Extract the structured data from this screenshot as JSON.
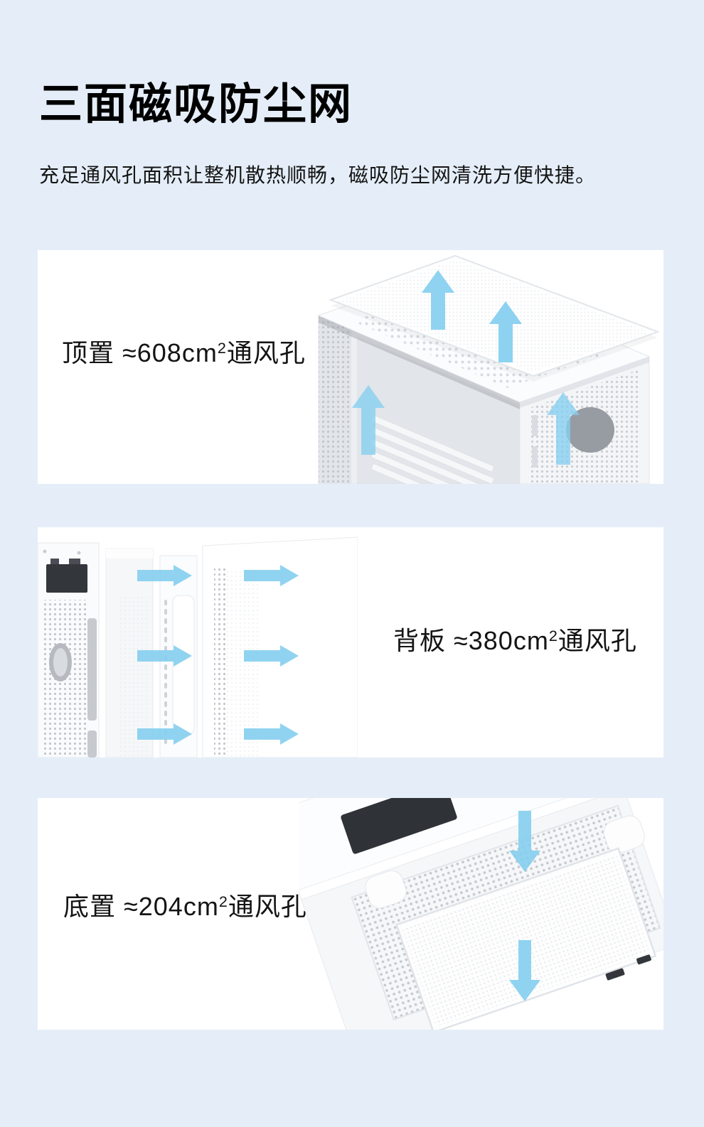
{
  "page": {
    "background_color": "#E5EEF8",
    "card_color": "#FFFFFF",
    "arrow_color": "#85CFF0",
    "title_color": "#000000",
    "text_color": "#141414"
  },
  "header": {
    "title": "三面磁吸防尘网",
    "subtitle": "充足通风孔面积让整机散热顺畅，磁吸防尘网清洗方便快捷。"
  },
  "sections": [
    {
      "id": "top-vent",
      "label_before": "顶置 ≈608cm",
      "label_sup": "2",
      "label_after": "通风孔",
      "illustration": "case-top-dust-filter",
      "airflow_direction": "up"
    },
    {
      "id": "back-vent",
      "label_before": "背板 ≈380cm",
      "label_sup": "2",
      "label_after": "通风孔",
      "illustration": "case-back-panel-dust-filter",
      "airflow_direction": "right"
    },
    {
      "id": "bottom-vent",
      "label_before": "底置 ≈204cm",
      "label_sup": "2",
      "label_after": "通风孔",
      "illustration": "case-bottom-dust-filter",
      "airflow_direction": "down"
    }
  ]
}
